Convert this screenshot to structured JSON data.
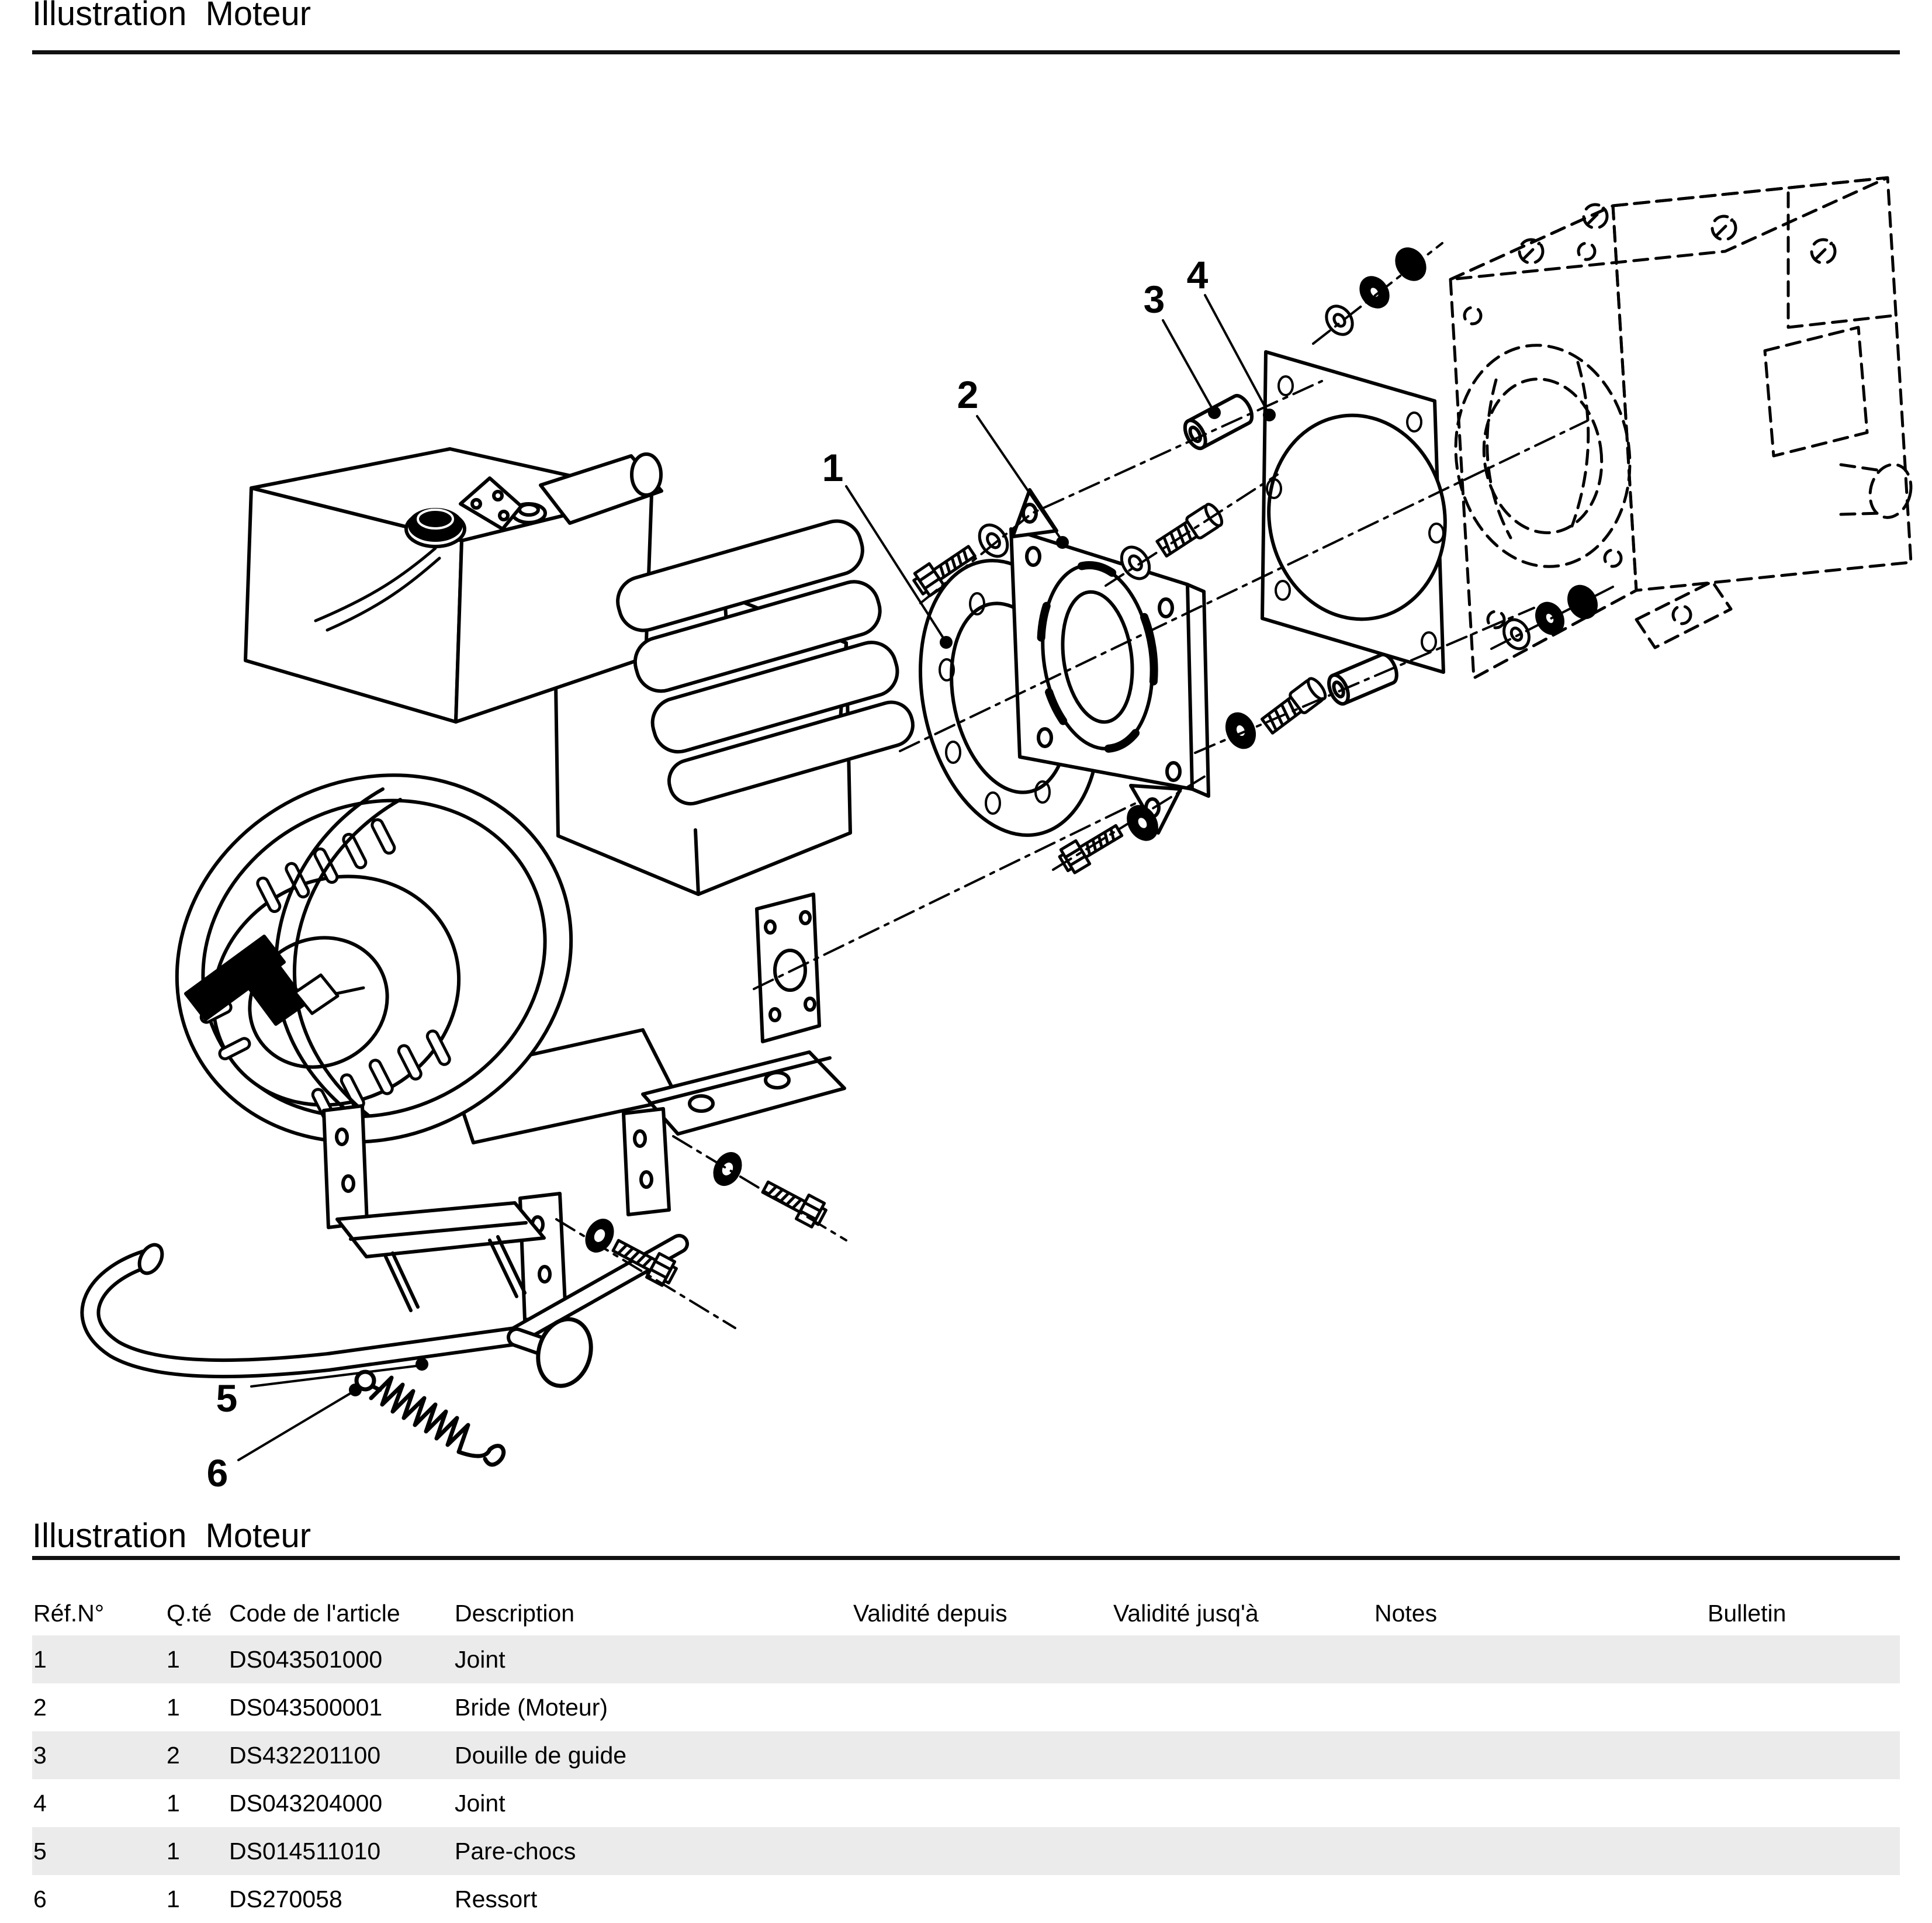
{
  "page": {
    "title_top": "Illustration  Moteur",
    "title_bottom": "Illustration  Moteur"
  },
  "diagram": {
    "callouts": [
      {
        "label": "1"
      },
      {
        "label": "2"
      },
      {
        "label": "3"
      },
      {
        "label": "4"
      },
      {
        "label": "5"
      },
      {
        "label": "6"
      }
    ]
  },
  "table": {
    "headers": {
      "ref": "Réf.N°",
      "qty": "Q.té",
      "code": "Code de l'article",
      "desc": "Description",
      "valid_from": "Validité depuis",
      "valid_to": "Validité jusq'à",
      "notes": "Notes",
      "bulletin": "Bulletin"
    },
    "rows": [
      {
        "ref": "1",
        "qty": "1",
        "code": "DS043501000",
        "desc": "Joint",
        "valid_from": "",
        "valid_to": "",
        "notes": "",
        "bulletin": ""
      },
      {
        "ref": "2",
        "qty": "1",
        "code": "DS043500001",
        "desc": "Bride (Moteur)",
        "valid_from": "",
        "valid_to": "",
        "notes": "",
        "bulletin": ""
      },
      {
        "ref": "3",
        "qty": "2",
        "code": "DS432201100",
        "desc": "Douille de guide",
        "valid_from": "",
        "valid_to": "",
        "notes": "",
        "bulletin": ""
      },
      {
        "ref": "4",
        "qty": "1",
        "code": "DS043204000",
        "desc": "Joint",
        "valid_from": "",
        "valid_to": "",
        "notes": "",
        "bulletin": ""
      },
      {
        "ref": "5",
        "qty": "1",
        "code": "DS014511010",
        "desc": "Pare-chocs",
        "valid_from": "",
        "valid_to": "",
        "notes": "",
        "bulletin": ""
      },
      {
        "ref": "6",
        "qty": "1",
        "code": "DS270058",
        "desc": "Ressort",
        "valid_from": "",
        "valid_to": "",
        "notes": "",
        "bulletin": ""
      }
    ]
  },
  "colors": {
    "stripe": "#ebebeb",
    "ink": "#000000"
  }
}
